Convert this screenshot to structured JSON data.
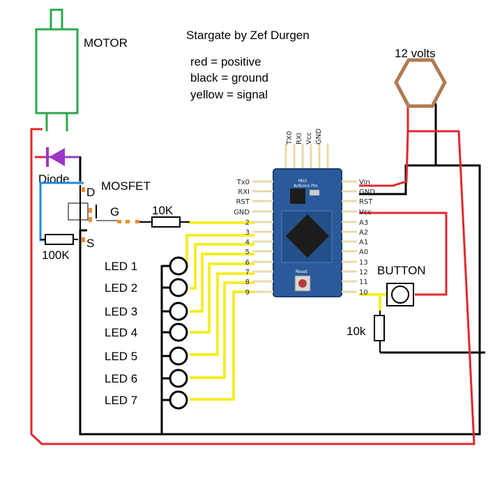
{
  "title": "Stargate by Zef Durgen",
  "legend": [
    "red = positive",
    "black = ground",
    "yellow = signal"
  ],
  "components": {
    "motor": "MOTOR",
    "diode": "Diode",
    "mosfet": "MOSFET",
    "mosfet_pins": {
      "drain": "D",
      "gate": "G",
      "source": "S"
    },
    "gate_resistor": "10K",
    "pulldown_resistor": "100K",
    "supply": "12 volts",
    "button": "BUTTON",
    "button_resistor": "10k"
  },
  "leds": [
    "LED 1",
    "LED 2",
    "LED 3",
    "LED 4",
    "LED 5",
    "LED 6",
    "LED 7"
  ],
  "board": {
    "name_line1": "Mini",
    "name_line2": "Arduino Pro",
    "reset": "Reset",
    "left_pins": [
      "Tx0",
      "RXI",
      "RST",
      "GND",
      "2",
      "3",
      "4",
      "5",
      "6",
      "7",
      "8",
      "9"
    ],
    "right_pins": [
      "Vin",
      "GND",
      "RST",
      "Vcc",
      "A3",
      "A2",
      "A1",
      "A0",
      "13",
      "12",
      "11",
      "10"
    ],
    "top_pins": [
      "TX0",
      "RXI",
      "Vcc",
      "GND"
    ]
  },
  "colors": {
    "positive": "#e0282c",
    "ground": "#000000",
    "signal": "#f5ee2a",
    "motor": "#2aa84a",
    "diode": "#9b35c4",
    "mosfet_wire": "#1e88e5",
    "supply": "#b07a52",
    "board": "#2a5a9a",
    "pin_orange": "#f28c28"
  }
}
